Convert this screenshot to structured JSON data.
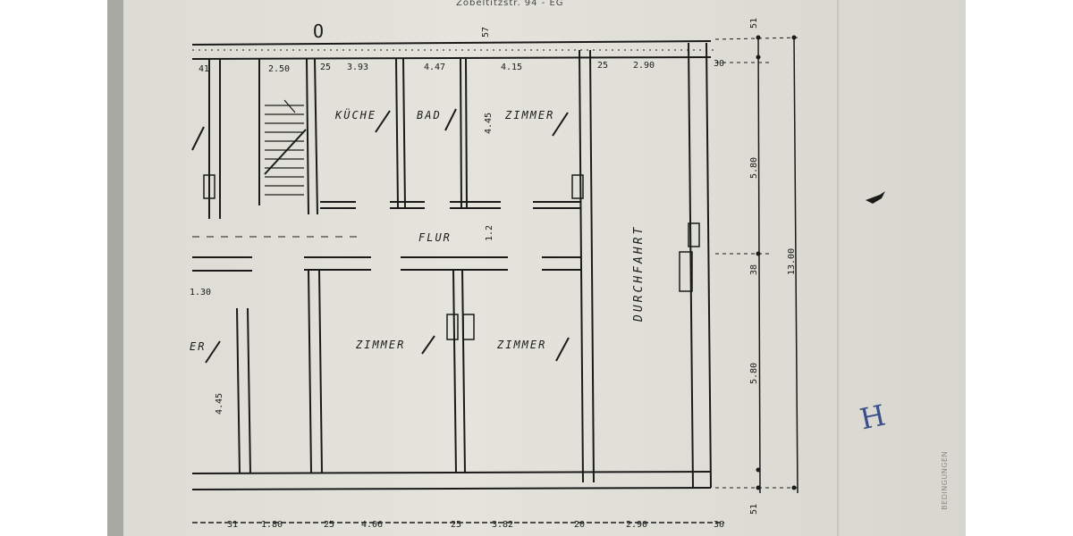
{
  "document": {
    "header_text": "Zobeltitzstr. 94 - EG",
    "circle_mark": "O",
    "side_note": "BEDINGUNGEN",
    "blue_mark": "H"
  },
  "rooms": {
    "kueche": "KÜCHE",
    "bad": "BAD",
    "zimmer_top": "ZIMMER",
    "flur": "FLUR",
    "zimmer_bottom_left": "ZIMMER",
    "zimmer_bottom_right": "ZIMMER",
    "durchfahrt": "DURCHFAHRT",
    "left_edge_bottom": "ER"
  },
  "dimensions": {
    "top": [
      "41",
      "2.50",
      "25",
      "3.93",
      "4.47",
      "4.15",
      "25",
      "2.90",
      "30"
    ],
    "bottom": [
      "31",
      "1.80",
      "25",
      "4.06",
      "25",
      "3.82",
      "20",
      "2.90",
      "30"
    ],
    "right_top": "51",
    "right_580_top": "5.80",
    "right_38": "38",
    "right_1300": "13.00",
    "right_580_bottom": "5.80",
    "right_51_bottom": "51",
    "top_door": "57",
    "kueche_height": "4.45",
    "left_445": "4.45",
    "left_130": "1.30",
    "flur_mark": "1.2"
  }
}
